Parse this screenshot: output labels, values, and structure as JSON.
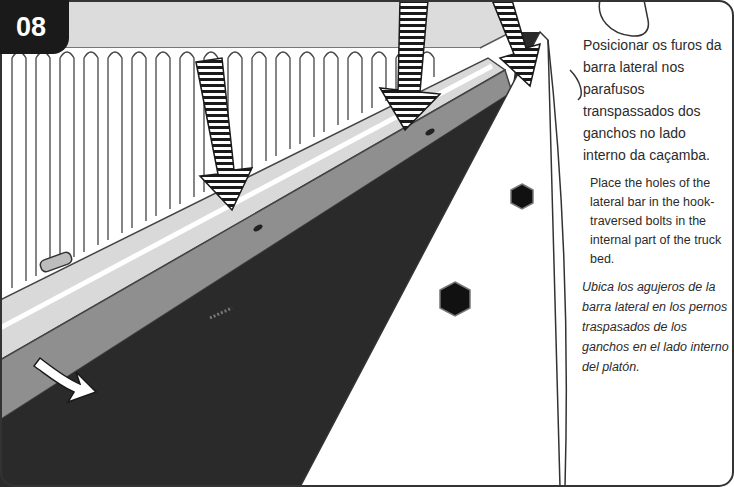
{
  "diagram": {
    "nodes": [
      {
        "text": [
          "08"
        ]
      }
    ],
    "labels": [
      "Posicionar os furos da barra lateral nos parafusos transpassados dos ganchos no lado interno da caçamba.",
      "Place the holes of the lateral bar in the hook-traversed bolts in the internal part of the truck bed.",
      "Ubica los agujeros de la barra lateral en los pernos traspasados de los ganchos en el lado interno del platón."
    ]
  }
}
